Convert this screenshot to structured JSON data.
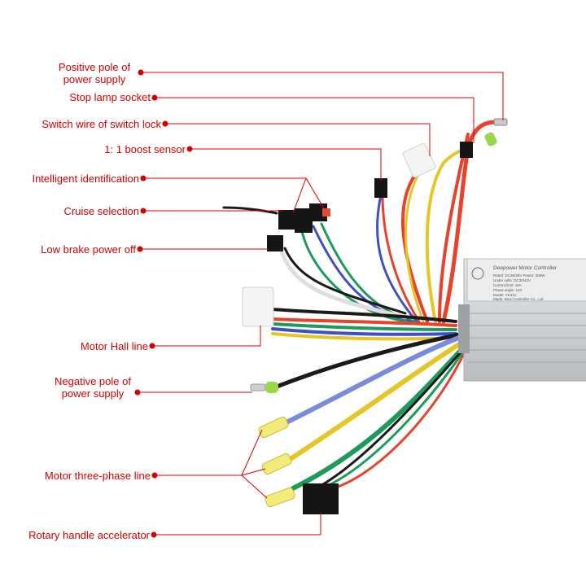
{
  "labels": {
    "positive_pole": [
      "Positive pole of",
      "power supply"
    ],
    "stop_lamp": "Stop lamp socket",
    "switch_lock": "Switch wire of switch lock",
    "boost_sensor": "1: 1 boost sensor",
    "intelligent_id": "Intelligent identification",
    "cruise": "Cruise selection",
    "low_brake": "Low brake power off",
    "hall_line": "Motor Hall line",
    "negative_pole": [
      "Negative pole of",
      "power supply"
    ],
    "three_phase": "Motor three-phase line",
    "throttle": "Rotary handle accelerator"
  },
  "controller_plate": {
    "title": "Deepower Motor Controller",
    "lines": [
      "Rated: DC36/48V    Power: 350W",
      "Under volts: DC30/42V",
      "Current limit: 18A",
      "Phase angle: 120",
      "Model: YK31C",
      "Made: Wuxi Controller Co., Ltd"
    ]
  },
  "colors": {
    "annotation": "#d40000",
    "wire_red": "#e8412c",
    "wire_yellow": "#e6c626",
    "wire_green": "#1e9a5a",
    "wire_blue": "#3f4fc4",
    "wire_black": "#1a1a1a",
    "wire_white": "#dedede",
    "housing": "#d2d4d6"
  }
}
